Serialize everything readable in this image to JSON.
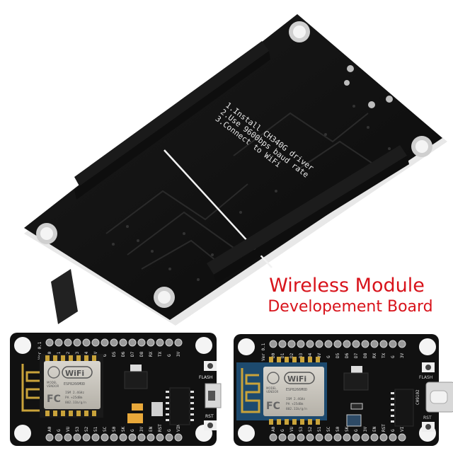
{
  "overlay": {
    "title_line1": "Wireless Module",
    "title_line2": "Developement Board",
    "text_color": "#d8131b"
  },
  "top_board": {
    "silkscreen": [
      "1.Install  CH340G  driver",
      "2.Use  9600bps  baud  rate",
      "3.Connect  to  WiFi"
    ]
  },
  "left_board": {
    "version": "Ver 0.1",
    "top_pins": [
      "D0",
      "D1",
      "D2",
      "D3",
      "D4",
      "3V",
      "G",
      "D5",
      "D6",
      "D7",
      "D8",
      "RX",
      "TX",
      "G",
      "3V"
    ],
    "bottom_pins": [
      "A0",
      "G",
      "VU",
      "S3",
      "S2",
      "S1",
      "SC",
      "S0",
      "SK",
      "G",
      "3V",
      "EN",
      "RST",
      "G",
      "VIN"
    ],
    "module": {
      "wifi": "WiFi",
      "model": "ESP8266MOD",
      "labels": [
        "MODEL",
        "VENDOR"
      ],
      "specs": [
        "ISM 2.4GHz",
        "PA +25dBm",
        "802.11b/g/n"
      ],
      "fc": "FC"
    },
    "buttons": [
      "FLASH",
      "RST"
    ],
    "usb": "micro-usb"
  },
  "right_board": {
    "version": "Ver 0.1",
    "top_pins": [
      "D0",
      "D1",
      "D2",
      "D3",
      "D4",
      "3V",
      "G",
      "D5",
      "D6",
      "D7",
      "D8",
      "RX",
      "TX",
      "G",
      "3V"
    ],
    "bottom_pins": [
      "A0",
      "G",
      "VU",
      "S3",
      "S2",
      "S1",
      "SC",
      "S0",
      "SK",
      "G",
      "3V",
      "EN",
      "RST",
      "G",
      "VIN"
    ],
    "module": {
      "wifi": "WiFi",
      "model": "ESP8266MOD",
      "labels": [
        "MODEL",
        "VENDOR"
      ],
      "specs": [
        "ISM 2.4GHz",
        "PA +25dBm",
        "802.11b/g/n"
      ],
      "fc": "FC"
    },
    "chip_label": "CH9102",
    "buttons": [
      "FLASH",
      "RST"
    ],
    "usb": "usb-c"
  }
}
